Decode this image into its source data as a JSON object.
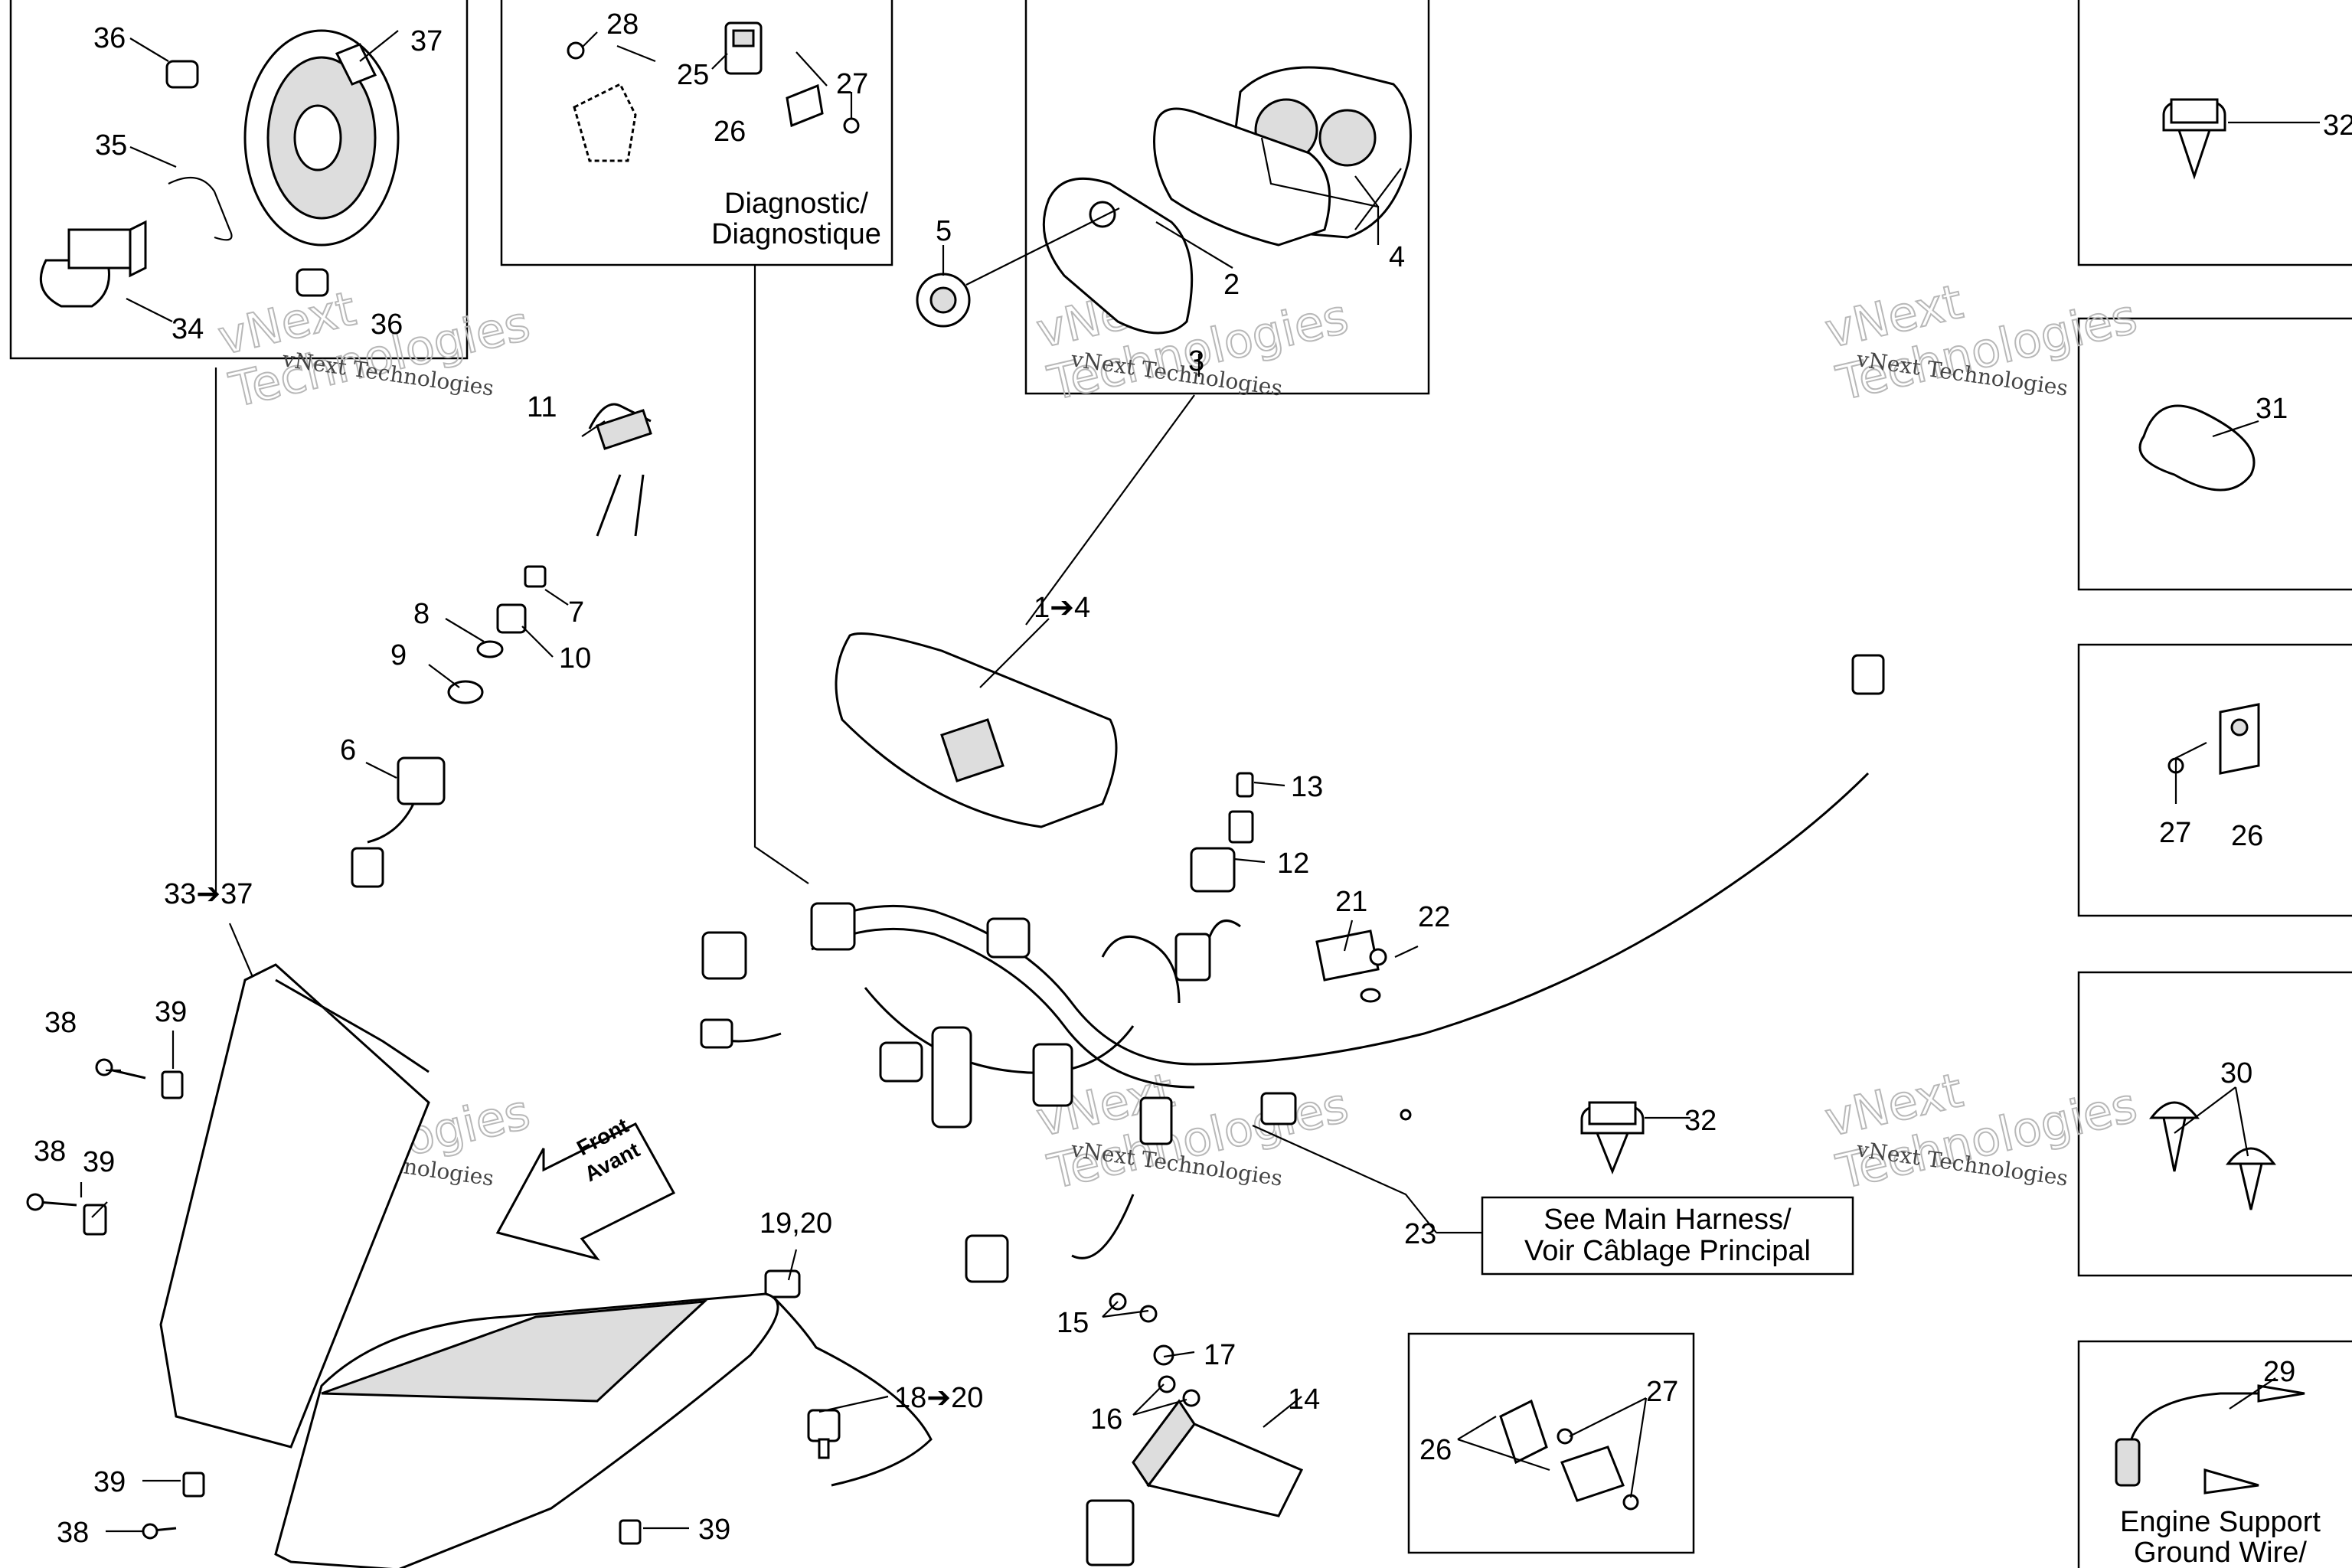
{
  "boxes": {
    "diagnostic": "Diagnostic/\nDiagnostique",
    "main_harness": "See Main Harness/\nVoir Câblage Principal",
    "engine_support": "Engine Support\nGround Wire/"
  },
  "front_arrow": "Front\nAvant",
  "watermark": {
    "line1": "vNext Technologies",
    "line2": "vNext\nTechnologies"
  },
  "callouts": {
    "c36a": "36",
    "c37": "37",
    "c35": "35",
    "c34": "34",
    "c36b": "36",
    "c28": "28",
    "c25": "25",
    "c27a": "27",
    "c26a": "26",
    "c5": "5",
    "c2": "2",
    "c3": "3",
    "c4": "4",
    "c32a": "32",
    "c31": "31",
    "c27b": "27",
    "c26b": "26",
    "c30": "30",
    "c29": "29",
    "c11": "11",
    "c7": "7",
    "c8": "8",
    "c10": "10",
    "c9": "9",
    "c6": "6",
    "c1to4": "1➔4",
    "c13": "13",
    "c12": "12",
    "c21": "21",
    "c22": "22",
    "c33to37": "33➔37",
    "c38a": "38",
    "c39a": "39",
    "c38b": "38",
    "c39b": "39",
    "c32b": "32",
    "c23": "23",
    "c1920": "19,20",
    "c18to20": "18➔20",
    "c15": "15",
    "c17": "17",
    "c16": "16",
    "c14": "14",
    "c26c": "26",
    "c27c": "27",
    "c39c": "39",
    "c38c": "38",
    "c39d": "39"
  }
}
